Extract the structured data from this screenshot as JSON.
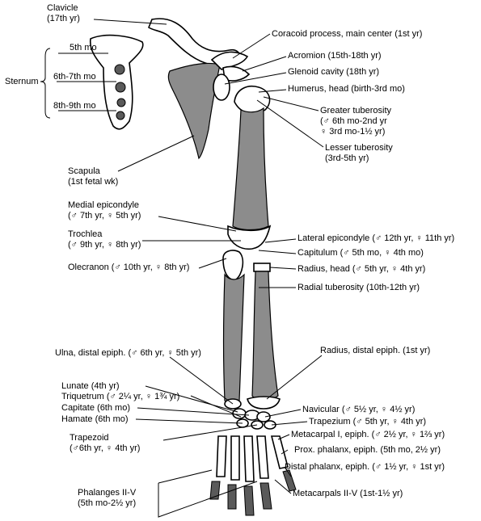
{
  "labels": {
    "clavicle": [
      "Clavicle",
      "(17th yr)"
    ],
    "sternum": "Sternum",
    "sternum_5th": "5th mo",
    "sternum_6_7": "6th-7th mo",
    "sternum_8_9": "8th-9th mo",
    "coracoid": "Coracoid process, main center (1st yr)",
    "acromion": "Acromion (15th-18th yr)",
    "glenoid": "Glenoid cavity (18th yr)",
    "humerus_head": "Humerus, head (birth-3rd mo)",
    "greater_tub": [
      "Greater tuberosity",
      "(♂ 6th mo-2nd yr",
      "♀ 3rd mo-1½ yr)"
    ],
    "lesser_tub": [
      "Lesser tuberosity",
      "(3rd-5th yr)"
    ],
    "scapula": [
      "Scapula",
      "(1st fetal wk)"
    ],
    "medial_epi": [
      "Medial epicondyle",
      "(♂ 7th yr, ♀ 5th yr)"
    ],
    "trochlea": [
      "Trochlea",
      "(♂ 9th yr, ♀ 8th yr)"
    ],
    "lateral_epi": "Lateral epicondyle (♂ 12th yr, ♀ 11th yr)",
    "capitulum": "Capitulum (♂ 5th mo, ♀ 4th mo)",
    "olecranon": "Olecranon (♂ 10th yr, ♀ 8th yr)",
    "radius_head": "Radius, head (♂ 5th yr, ♀ 4th yr)",
    "radial_tub": "Radial tuberosity (10th-12th yr)",
    "ulna_distal": "Ulna, distal epiph. (♂ 6th yr, ♀ 5th yr)",
    "radius_distal": [
      "Radius, distal epiph. (1st yr)"
    ],
    "lunate": "Lunate (4th yr)",
    "triquetrum": "Triquetrum (♂ 2¼ yr, ♀ 1¾ yr)",
    "capitate": "Capitate (6th mo)",
    "hamate": "Hamate (6th mo)",
    "navicular": "Navicular (♂ 5½ yr, ♀ 4½ yr)",
    "trapezium": "Trapezium (♂ 5th yr, ♀ 4th yr)",
    "trapezoid": [
      "Trapezoid",
      "(♂6th yr, ♀ 4th yr)"
    ],
    "metacarpal_1": "Metacarpal I, epiph. (♂ 2½ yr, ♀ 1⅔ yr)",
    "prox_phalanx": "Prox. phalanx, epiph. (5th mo, 2½ yr)",
    "distal_phalanx": "Distal phalanx, epiph. (♂ 1½ yr, ♀ 1st yr)",
    "phalanges": [
      "Phalanges II-V",
      "(5th mo-2½ yr)"
    ],
    "metacarpals": "Metacarpals II-V (1st-1½ yr)"
  }
}
